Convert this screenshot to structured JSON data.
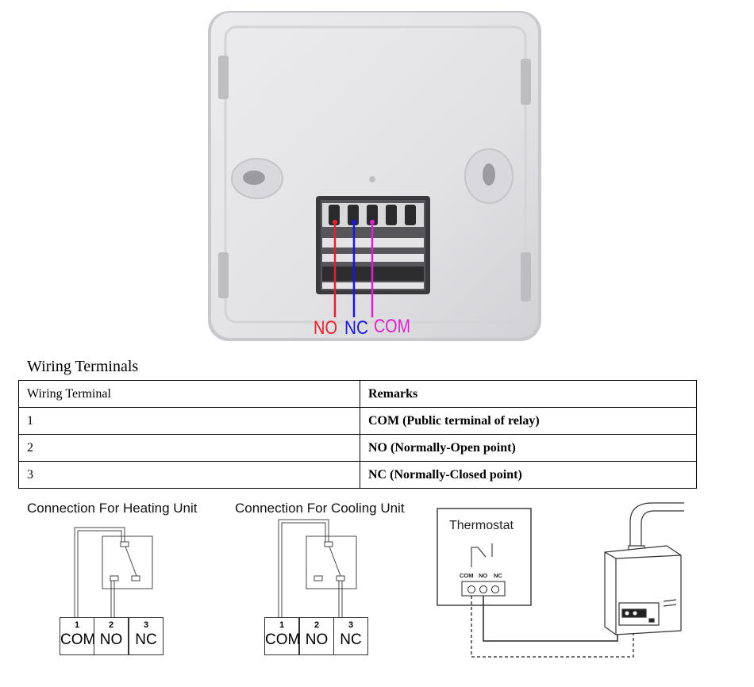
{
  "photo": {
    "terminal_labels": [
      {
        "text": "NO",
        "color": "#e8202a"
      },
      {
        "text": "NC",
        "color": "#1a1ad6"
      },
      {
        "text": "COM",
        "color": "#e01fd0"
      }
    ]
  },
  "table": {
    "title": "Wiring Terminals",
    "headers": [
      "Wiring Terminal",
      "Remarks"
    ],
    "rows": [
      [
        "1",
        "COM (Public terminal of relay)"
      ],
      [
        "2",
        "NO (Normally-Open point)"
      ],
      [
        "3",
        "NC (Normally-Closed point)"
      ]
    ]
  },
  "diagrams": {
    "heating": {
      "title": "Connection For Heating Unit",
      "terminals": [
        {
          "num": "1",
          "label": "COM"
        },
        {
          "num": "2",
          "label": "NO"
        },
        {
          "num": "3",
          "label": "NC"
        }
      ]
    },
    "cooling": {
      "title": "Connection For Cooling Unit",
      "terminals": [
        {
          "num": "1",
          "label": "COM"
        },
        {
          "num": "2",
          "label": "NO"
        },
        {
          "num": "3",
          "label": "NC"
        }
      ]
    },
    "boiler": {
      "thermostat_label": "Thermostat",
      "terminal_labels": [
        "COM",
        "NO",
        "NC"
      ]
    }
  }
}
